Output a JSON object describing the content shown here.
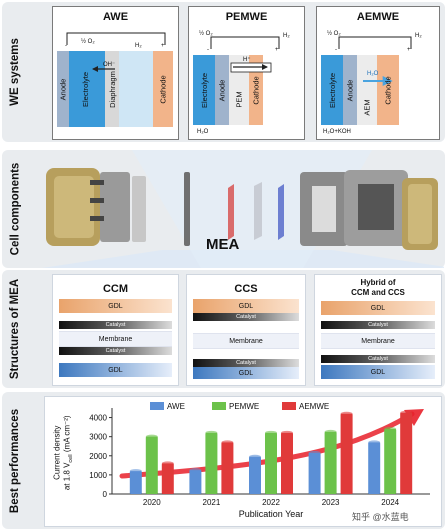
{
  "rows": {
    "we_systems": "WE systems",
    "cell_components": "Cell components",
    "structures_mea": "Structures of MEA",
    "best_performances": "Best performances"
  },
  "awe": {
    "title": "AWE",
    "minus": "-",
    "plus": "+",
    "o2": "½ O₂",
    "h2": "H₂",
    "oh": "OH⁻",
    "anode": "Anode",
    "electrolyte": "Electrolyte",
    "diaphragm": "Diaphragm",
    "cathode": "Cathode"
  },
  "pemwe": {
    "title": "PEMWE",
    "minus": "-",
    "plus": "+",
    "o2": "½ O₂",
    "h2": "H₂",
    "hplus": "H⁺",
    "h2o": "H₂O",
    "electrolyte": "Electrolyte",
    "anode": "Anode",
    "pem": "PEM",
    "cathode": "Cathode"
  },
  "aemwe": {
    "title": "AEMWE",
    "minus": "-",
    "plus": "+",
    "o2": "½ O₂",
    "h2": "H₂",
    "h2o_label": "H₂O",
    "feed": "H₂O+KOH",
    "electrolyte": "Electrolyte",
    "anode": "Anode",
    "aem": "AEM",
    "cathode": "Cathode"
  },
  "cell": {
    "mea_label": "MEA"
  },
  "structures": {
    "ccm": {
      "title": "CCM",
      "gdl1": "GDL",
      "catalyst1": "Catalyst",
      "membrane": "Membrane",
      "catalyst2": "Catalyst",
      "gdl2": "GDL"
    },
    "ccs": {
      "title": "CCS",
      "gdl1": "GDL",
      "catalyst1": "Catalyst",
      "membrane": "Membrane",
      "catalyst2": "Catalyst",
      "gdl2": "GDL"
    },
    "hybrid": {
      "title_line1": "Hybrid of",
      "title_line2": "CCM and CCS",
      "gdl1": "GDL",
      "catalyst1": "Catalyst",
      "membrane": "Membrane",
      "catalyst2": "Catalyst",
      "gdl2": "GDL"
    }
  },
  "chart_data": {
    "type": "bar",
    "categories": [
      "2020",
      "2021",
      "2022",
      "2023",
      "2024"
    ],
    "series": [
      {
        "name": "AWE",
        "values": [
          1200,
          1250,
          1950,
          2150,
          2700
        ],
        "color": "#5b8fd6"
      },
      {
        "name": "PEMWE",
        "values": [
          3000,
          3200,
          3200,
          3250,
          3400
        ],
        "color": "#6cc24a"
      },
      {
        "name": "AEMWE",
        "values": [
          1600,
          2700,
          3200,
          4200,
          4250
        ],
        "color": "#e03a3a"
      }
    ],
    "ylabel_line1": "Current density",
    "ylabel_line2": "at 1.8 V",
    "ylabel_sub": "cell",
    "ylabel_unit": "(mA cm⁻²)",
    "xlabel": "Publication Year",
    "ylim": [
      0,
      4500
    ],
    "yticks": [
      0,
      1000,
      2000,
      3000,
      4000
    ],
    "legend_position": "top"
  },
  "watermark": "知乎 @水蓝电"
}
